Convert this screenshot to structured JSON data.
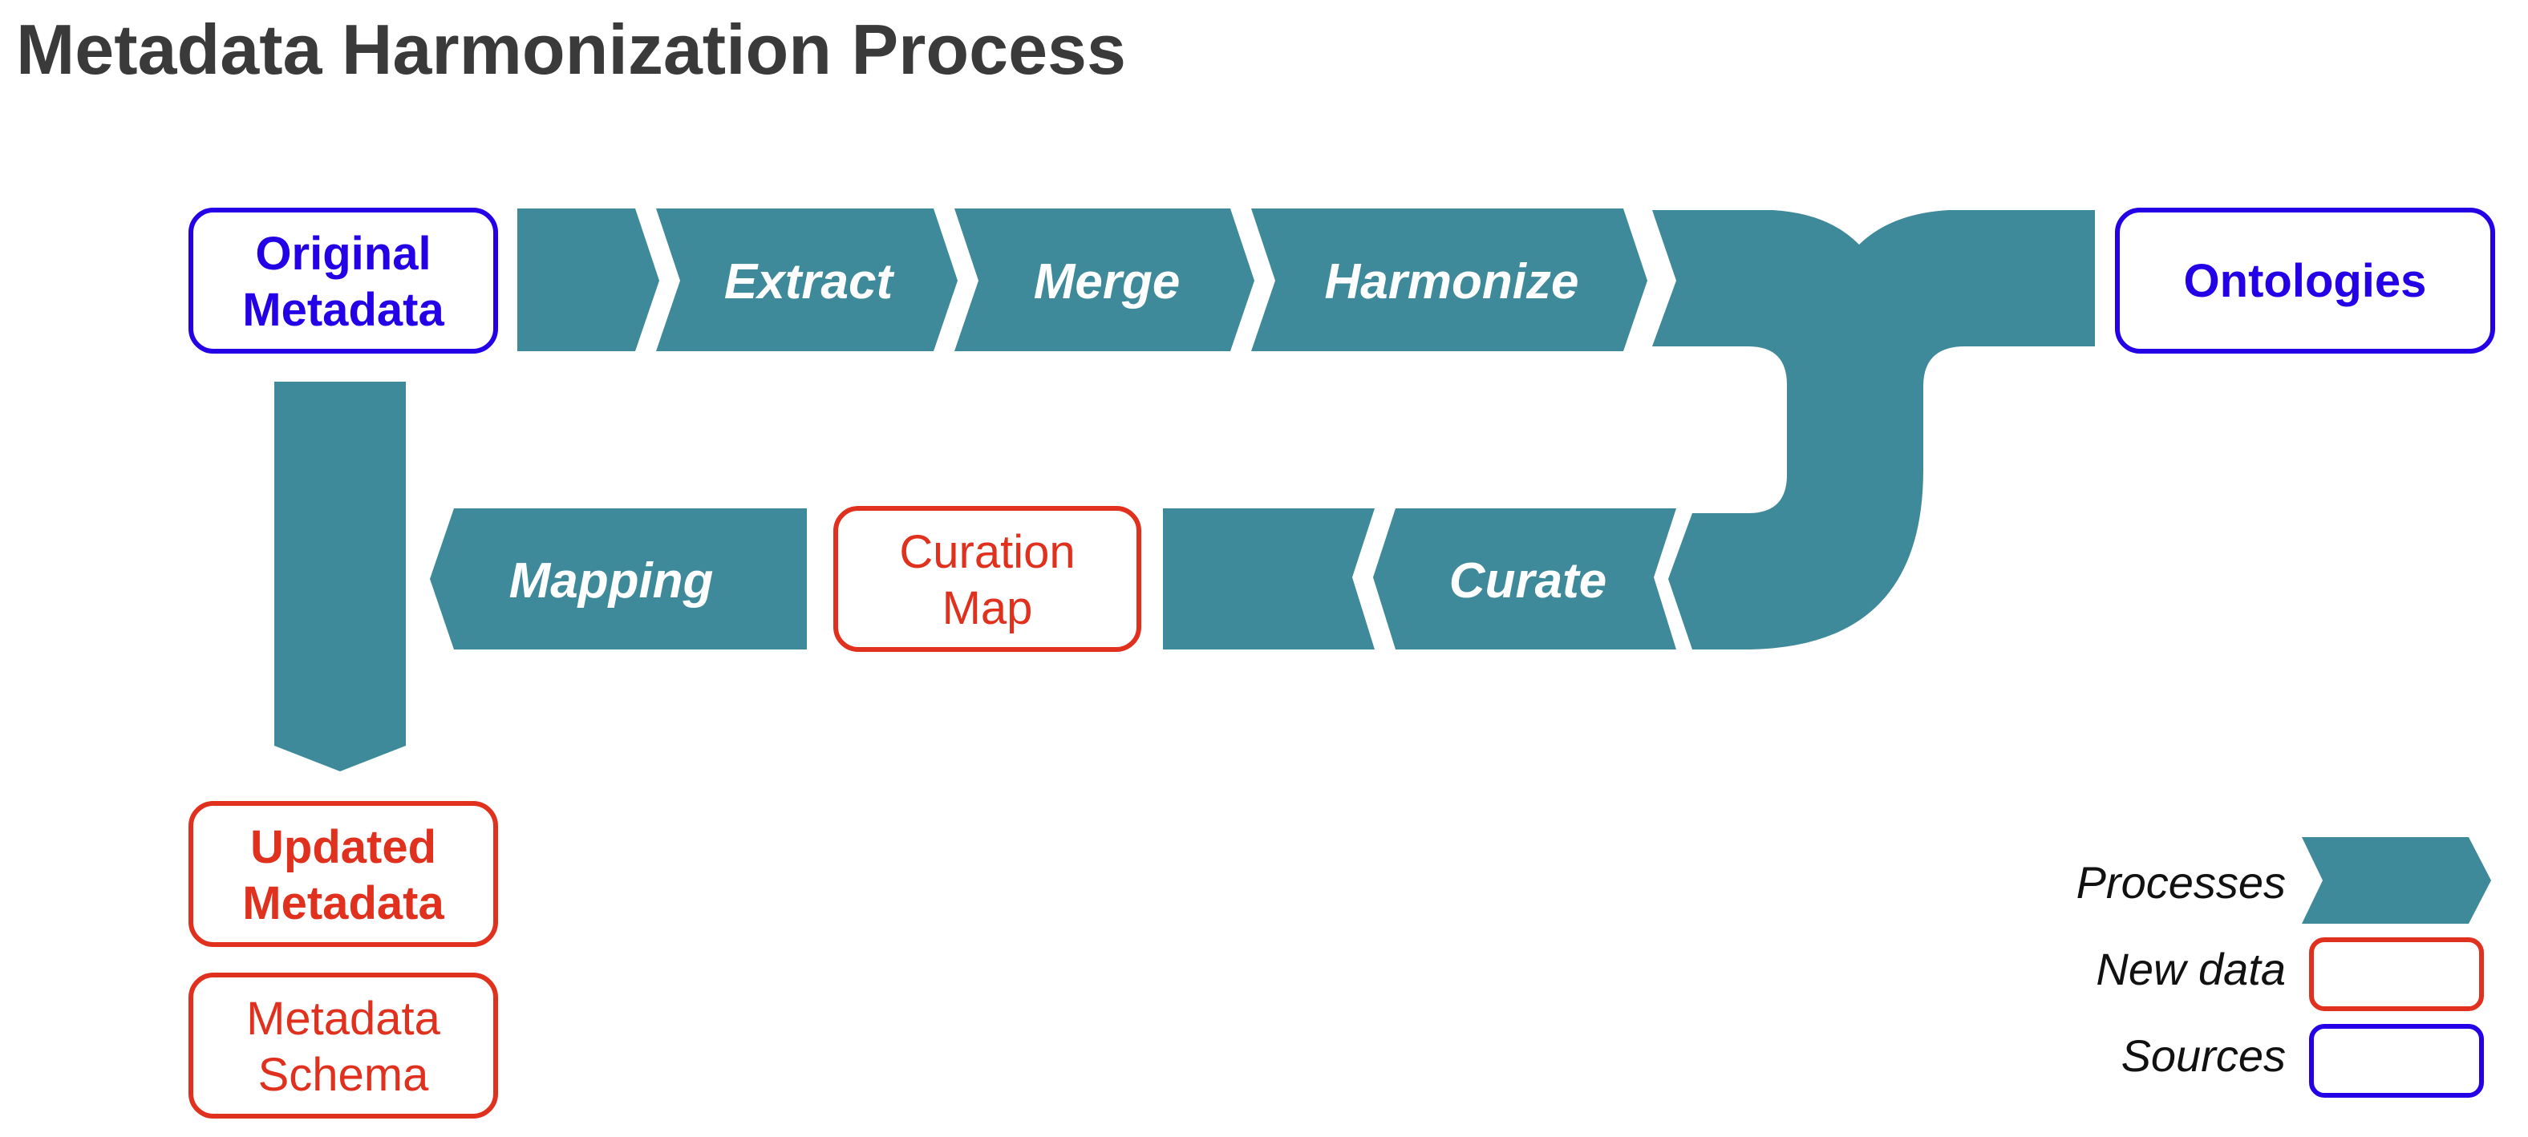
{
  "title": "Metadata Harmonization Process",
  "colors": {
    "process": "#3e8a9a",
    "new_data": "#e0301e",
    "sources": "#2400e6",
    "title": "#3a3a3a"
  },
  "processes": {
    "extract": "Extract",
    "merge": "Merge",
    "harmonize": "Harmonize",
    "curate": "Curate",
    "mapping": "Mapping"
  },
  "boxes": {
    "original_metadata": [
      "Original",
      "Metadata"
    ],
    "ontologies": [
      "Ontologies"
    ],
    "curation_map": [
      "Curation",
      "Map"
    ],
    "updated_metadata": [
      "Updated",
      "Metadata"
    ],
    "metadata_schema": [
      "Metadata",
      "Schema"
    ]
  },
  "legend": {
    "processes": "Processes",
    "new_data": "New data",
    "sources": "Sources"
  }
}
